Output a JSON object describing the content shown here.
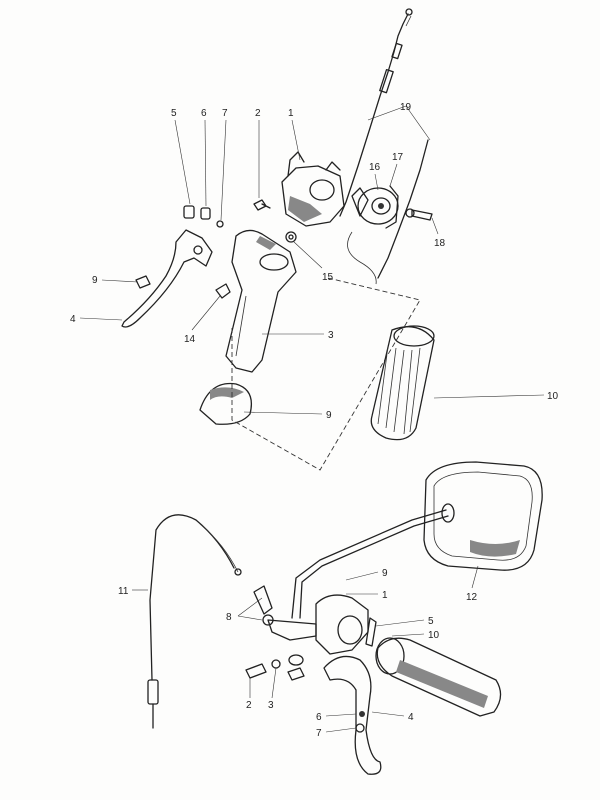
{
  "callouts_upper": [
    "1",
    "2",
    "3",
    "4",
    "5",
    "6",
    "7",
    "9",
    "9",
    "10",
    "14",
    "15",
    "16",
    "17",
    "18",
    "19"
  ],
  "callouts_lower": [
    "1",
    "2",
    "3",
    "4",
    "5",
    "6",
    "7",
    "8",
    "9",
    "10",
    "11",
    "12"
  ]
}
